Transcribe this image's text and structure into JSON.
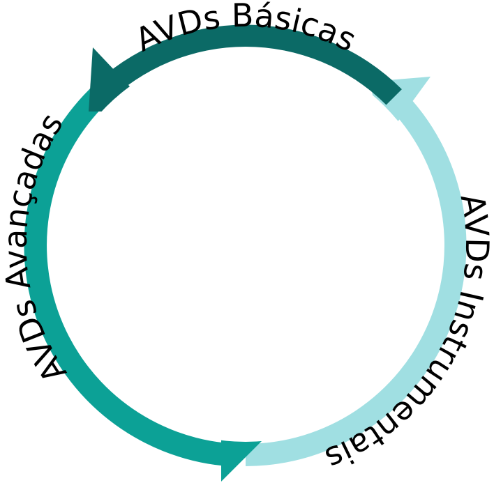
{
  "diagram": {
    "title": "",
    "segments": [
      {
        "id": "basicas",
        "label": "AVDs Básicas",
        "color": "#0b6a66"
      },
      {
        "id": "instrumentais",
        "label": "AVDs Instrumentais",
        "color": "#a0dfe2"
      },
      {
        "id": "avancadas",
        "label": "AVDs Avançadas",
        "color": "#0ca196"
      }
    ]
  }
}
